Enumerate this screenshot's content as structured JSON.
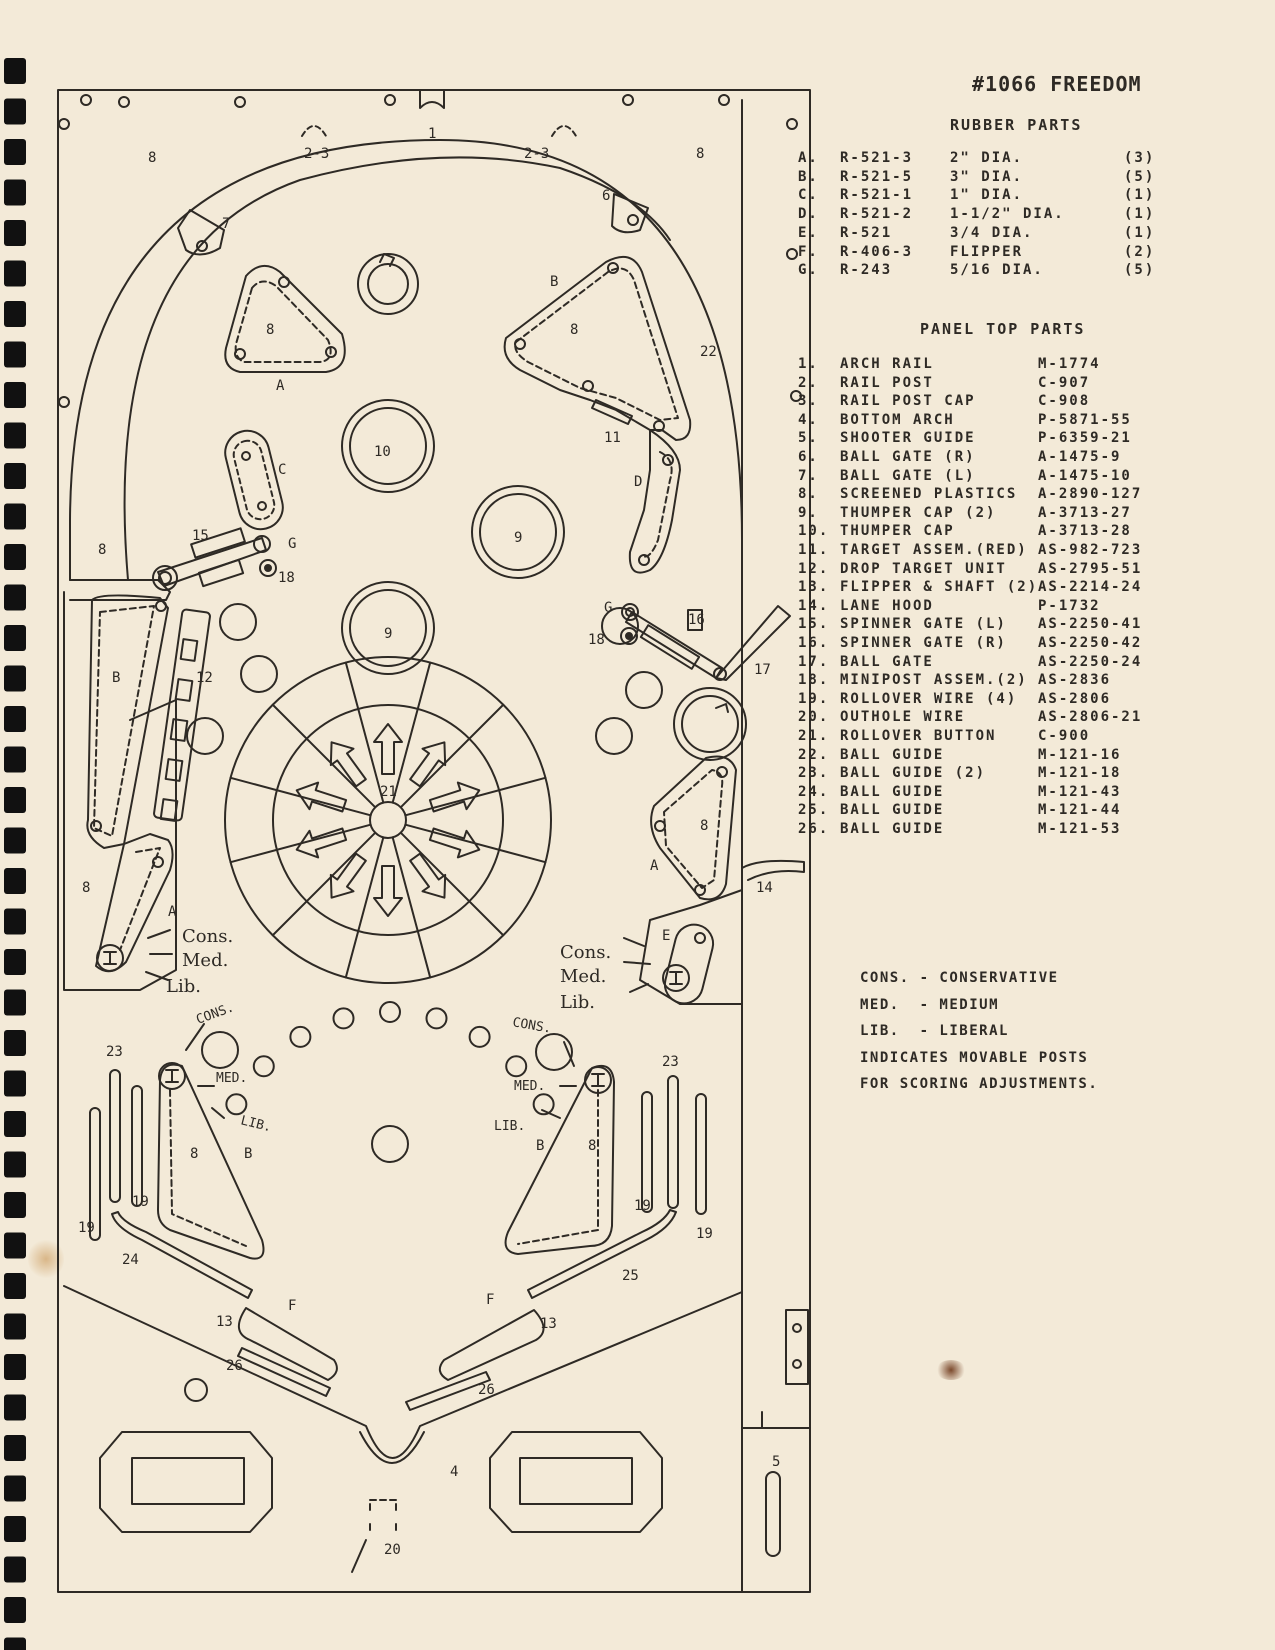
{
  "document": {
    "title": "#1066 FREEDOM",
    "rubber_parts_heading": "RUBBER PARTS",
    "panel_top_parts_heading": "PANEL TOP PARTS"
  },
  "rubber_parts": [
    {
      "key": "A.",
      "part": "R-521-3",
      "desc": "2\" DIA.",
      "qty": "(3)"
    },
    {
      "key": "B.",
      "part": "R-521-5",
      "desc": "3\" DIA.",
      "qty": "(5)"
    },
    {
      "key": "C.",
      "part": "R-521-1",
      "desc": "1\" DIA.",
      "qty": "(1)"
    },
    {
      "key": "D.",
      "part": "R-521-2",
      "desc": "1-1/2\" DIA.",
      "qty": "(1)"
    },
    {
      "key": "E.",
      "part": "R-521",
      "desc": "3/4 DIA.",
      "qty": "(1)"
    },
    {
      "key": "F.",
      "part": "R-406-3",
      "desc": "FLIPPER",
      "qty": "(2)"
    },
    {
      "key": "G.",
      "part": "R-243",
      "desc": "5/16 DIA.",
      "qty": "(5)"
    }
  ],
  "panel_top_parts": [
    {
      "num": "1.",
      "name": "ARCH RAIL",
      "part": "M-1774"
    },
    {
      "num": "2.",
      "name": "RAIL POST",
      "part": "C-907"
    },
    {
      "num": "3.",
      "name": "RAIL POST CAP",
      "part": "C-908"
    },
    {
      "num": "4.",
      "name": "BOTTOM ARCH",
      "part": "P-5871-55"
    },
    {
      "num": "5.",
      "name": "SHOOTER GUIDE",
      "part": "P-6359-21"
    },
    {
      "num": "6.",
      "name": "BALL GATE (R)",
      "part": "A-1475-9"
    },
    {
      "num": "7.",
      "name": "BALL GATE (L)",
      "part": "A-1475-10"
    },
    {
      "num": "8.",
      "name": "SCREENED PLASTICS",
      "part": "A-2890-127"
    },
    {
      "num": "9.",
      "name": "THUMPER CAP (2)",
      "part": "A-3713-27"
    },
    {
      "num": "10.",
      "name": "THUMPER CAP",
      "part": "A-3713-28"
    },
    {
      "num": "11.",
      "name": "TARGET ASSEM.(RED)",
      "part": "AS-982-723"
    },
    {
      "num": "12.",
      "name": "DROP TARGET UNIT",
      "part": "AS-2795-51"
    },
    {
      "num": "13.",
      "name": "FLIPPER & SHAFT (2)",
      "part": "AS-2214-24"
    },
    {
      "num": "14.",
      "name": "LANE HOOD",
      "part": "P-1732"
    },
    {
      "num": "15.",
      "name": "SPINNER GATE (L)",
      "part": "AS-2250-41"
    },
    {
      "num": "16.",
      "name": "SPINNER GATE (R)",
      "part": "AS-2250-42"
    },
    {
      "num": "17.",
      "name": "BALL GATE",
      "part": "AS-2250-24"
    },
    {
      "num": "18.",
      "name": "MINIPOST ASSEM.(2)",
      "part": "AS-2836"
    },
    {
      "num": "19.",
      "name": "ROLLOVER WIRE (4)",
      "part": "AS-2806"
    },
    {
      "num": "20.",
      "name": "OUTHOLE WIRE",
      "part": "AS-2806-21"
    },
    {
      "num": "21.",
      "name": "ROLLOVER BUTTON",
      "part": "C-900"
    },
    {
      "num": "22.",
      "name": "BALL GUIDE",
      "part": "M-121-16"
    },
    {
      "num": "23.",
      "name": "BALL GUIDE (2)",
      "part": "M-121-18"
    },
    {
      "num": "24.",
      "name": "BALL GUIDE",
      "part": "M-121-43"
    },
    {
      "num": "25.",
      "name": "BALL GUIDE",
      "part": "M-121-44"
    },
    {
      "num": "26.",
      "name": "BALL GUIDE",
      "part": "M-121-53"
    }
  ],
  "legend": [
    "CONS. - CONSERVATIVE",
    "MED.  - MEDIUM",
    "LIB.  - LIBERAL",
    "INDICATES MOVABLE POSTS",
    "FOR SCORING ADJUSTMENTS."
  ],
  "diagram_labels": {
    "n1": "1",
    "n2_3": "2-3",
    "n4": "4",
    "n5": "5",
    "n6": "6",
    "n7": "7",
    "n8": "8",
    "n9": "9",
    "n10": "10",
    "n11": "11",
    "n12": "12",
    "n13": "13",
    "n14": "14",
    "n15": "15",
    "n16": "16",
    "n17": "17",
    "n18": "18",
    "n19": "19",
    "n20": "20",
    "n21": "21",
    "n22": "22",
    "n23": "23",
    "n24": "24",
    "n25": "25",
    "n26": "26",
    "A": "A",
    "B": "B",
    "C": "C",
    "D": "D",
    "E": "E",
    "F": "F",
    "G": "G",
    "cons": "Cons.",
    "med": "Med.",
    "lib": "Lib.",
    "cons_small": "CONS.",
    "med_small": "MED.",
    "lib_small": "LIB."
  },
  "colors": {
    "paper": "#f3ead8",
    "ink": "#2e2a25",
    "binding": "#111111"
  }
}
